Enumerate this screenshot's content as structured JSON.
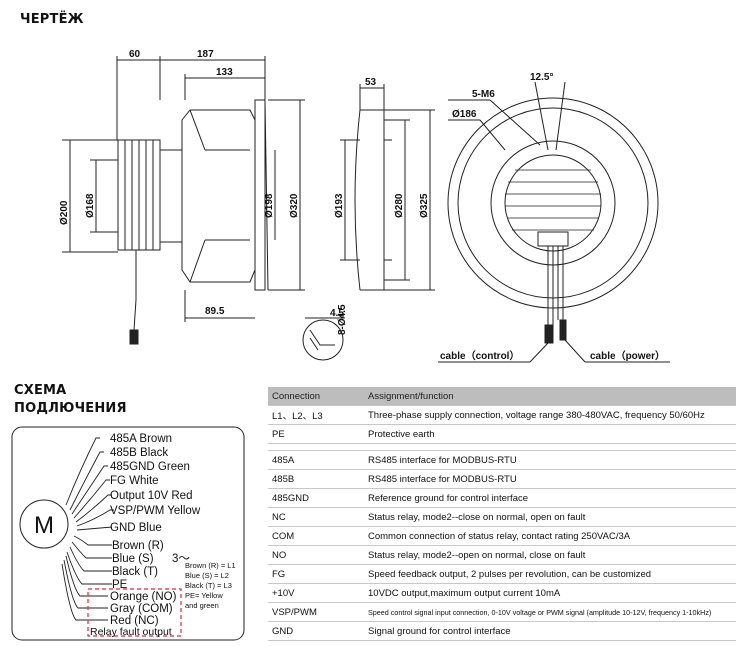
{
  "headings": {
    "drawing": "ЧЕРТЁЖ",
    "scheme_line1": "СХЕМА",
    "scheme_line2": "ПОДЛЮЧЕНИЯ"
  },
  "dimensions": {
    "d60": "60",
    "d187": "187",
    "d133": "133",
    "d200": "Ø200",
    "d168": "Ø168",
    "d198": "Ø198",
    "d320": "Ø320",
    "d89": "89.5",
    "d45": "4.5",
    "d8": "8-Ø4.5",
    "d53": "53",
    "d193": "Ø193",
    "d280": "Ø280",
    "d325": "Ø325",
    "m6": "5-M6",
    "d186": "Ø186",
    "angle": "12.5°"
  },
  "cables": {
    "control": "cable（control）",
    "power": "cable（power）"
  },
  "wiring": {
    "motor": "M",
    "control_wires": [
      "485A  Brown",
      "485B  Black",
      "485GND Green",
      "FG White",
      "Output 10V Red",
      "VSP/PWM Yellow",
      "GND Blue"
    ],
    "power_wires": [
      "Brown (R)",
      "Blue   (S)",
      "Black  (T)",
      "PE"
    ],
    "three_phase": "3～",
    "relay_wires": [
      "Orange (NO)",
      "Gray   (COM)",
      "Red    (NC)"
    ],
    "relay_label": "Relay fault output",
    "note": [
      "Brown (R) = L1",
      "Blue    (S) = L2",
      "Black  (T) = L3",
      "PE= Yellow",
      "and green"
    ]
  },
  "table": {
    "headers": [
      "Connection",
      "Assignment/function"
    ],
    "group1": [
      [
        "L1、L2、L3",
        "Three-phase supply connection, voltage range 380-480VAC, frequency 50/60Hz"
      ],
      [
        "PE",
        "Protective earth"
      ]
    ],
    "group2": [
      [
        "485A",
        "RS485 interface for MODBUS-RTU"
      ],
      [
        "485B",
        "RS485 interface for MODBUS-RTU"
      ],
      [
        "485GND",
        "Reference ground for control interface"
      ],
      [
        "NC",
        "Status relay, mode2--close on normal, open on fault"
      ],
      [
        "COM",
        "Common connection of status relay, contact rating 250VAC/3A"
      ],
      [
        "NO",
        "Status relay, mode2--open on normal, close on fault"
      ],
      [
        "FG",
        "Speed feedback output, 2 pulses per revolution, can be customized"
      ],
      [
        "+10V",
        "10VDC output,maximum output current 10mA"
      ],
      [
        "VSP/PWM",
        "Speed control signal input connection, 0-10V voltage or PWM signal (amplitude 10-12V, frequency 1-10kHz)"
      ],
      [
        "GND",
        "Signal ground for control interface"
      ]
    ]
  }
}
